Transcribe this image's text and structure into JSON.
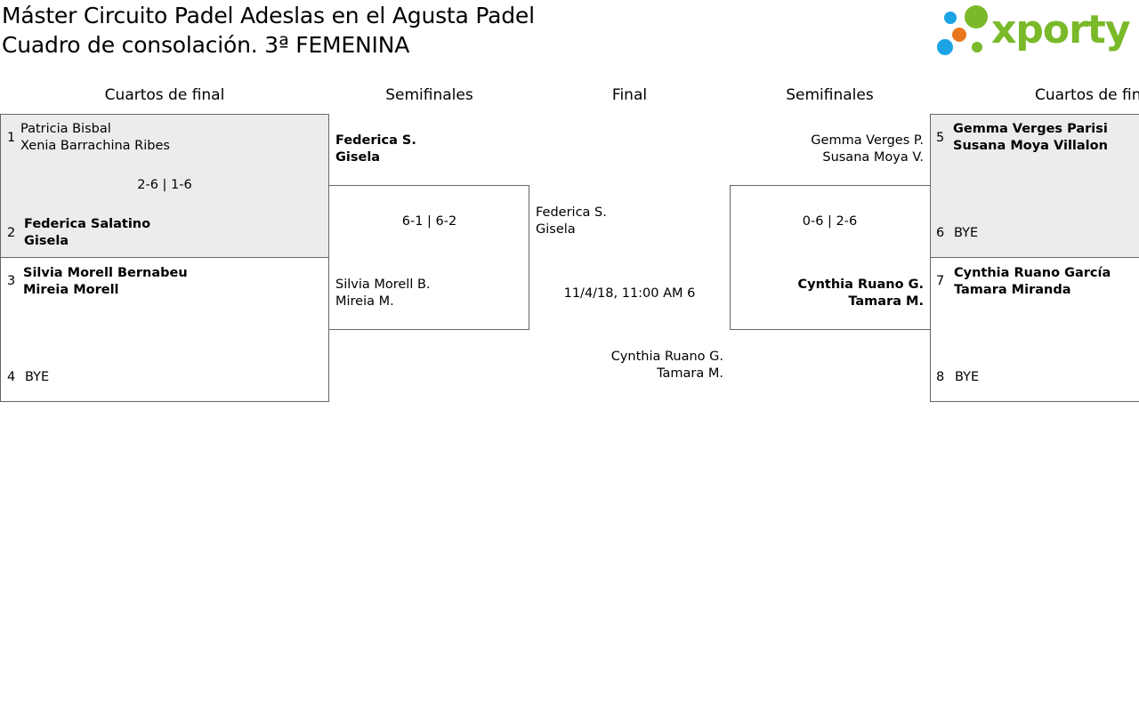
{
  "header": {
    "title": "Máster Circuito Padel Adeslas en el Agusta Padel",
    "subtitle": "Cuadro de consolación. 3ª FEMENINA"
  },
  "logo": {
    "text": "xporty",
    "brand_color": "#7ab929",
    "dot_colors": [
      "#1ba3e6",
      "#e8781e",
      "#7ab929"
    ]
  },
  "rounds": {
    "left_qf": "Cuartos de final",
    "left_sf": "Semifinales",
    "final": "Final",
    "right_sf": "Semifinales",
    "right_qf": "Cuartos de final"
  },
  "left_qf": {
    "m1": {
      "seed_a": "1",
      "a1": "Patricia Bisbal",
      "a2": "Xenia Barrachina Ribes",
      "score": "2-6 | 1-6",
      "seed_b": "2",
      "b1": "Federica Salatino",
      "b2": "Gisela"
    },
    "m2": {
      "seed_a": "3",
      "a1": "Silvia Morell Bernabeu",
      "a2": "Mireia Morell",
      "seed_b": "4",
      "b1": "BYE"
    }
  },
  "left_sf": {
    "a1": "Federica S.",
    "a2": "Gisela",
    "score": "6-1 | 6-2",
    "b1": "Silvia Morell B.",
    "b2": "Mireia M."
  },
  "final": {
    "a1": "Federica S.",
    "a2": "Gisela",
    "schedule": "11/4/18, 11:00 AM 6",
    "b1": "Cynthia Ruano G.",
    "b2": "Tamara M."
  },
  "right_sf": {
    "a1": "Gemma Verges P.",
    "a2": "Susana Moya V.",
    "score": "0-6 | 2-6",
    "b1": "Cynthia Ruano G.",
    "b2": "Tamara M."
  },
  "right_qf": {
    "m1": {
      "seed_a": "5",
      "a1": "Gemma Verges Parisi",
      "a2": "Susana Moya Villalon",
      "seed_b": "6",
      "b1": "BYE"
    },
    "m2": {
      "seed_a": "7",
      "a1": "Cynthia Ruano García",
      "a2": "Tamara Miranda",
      "seed_b": "8",
      "b1": "BYE"
    }
  }
}
